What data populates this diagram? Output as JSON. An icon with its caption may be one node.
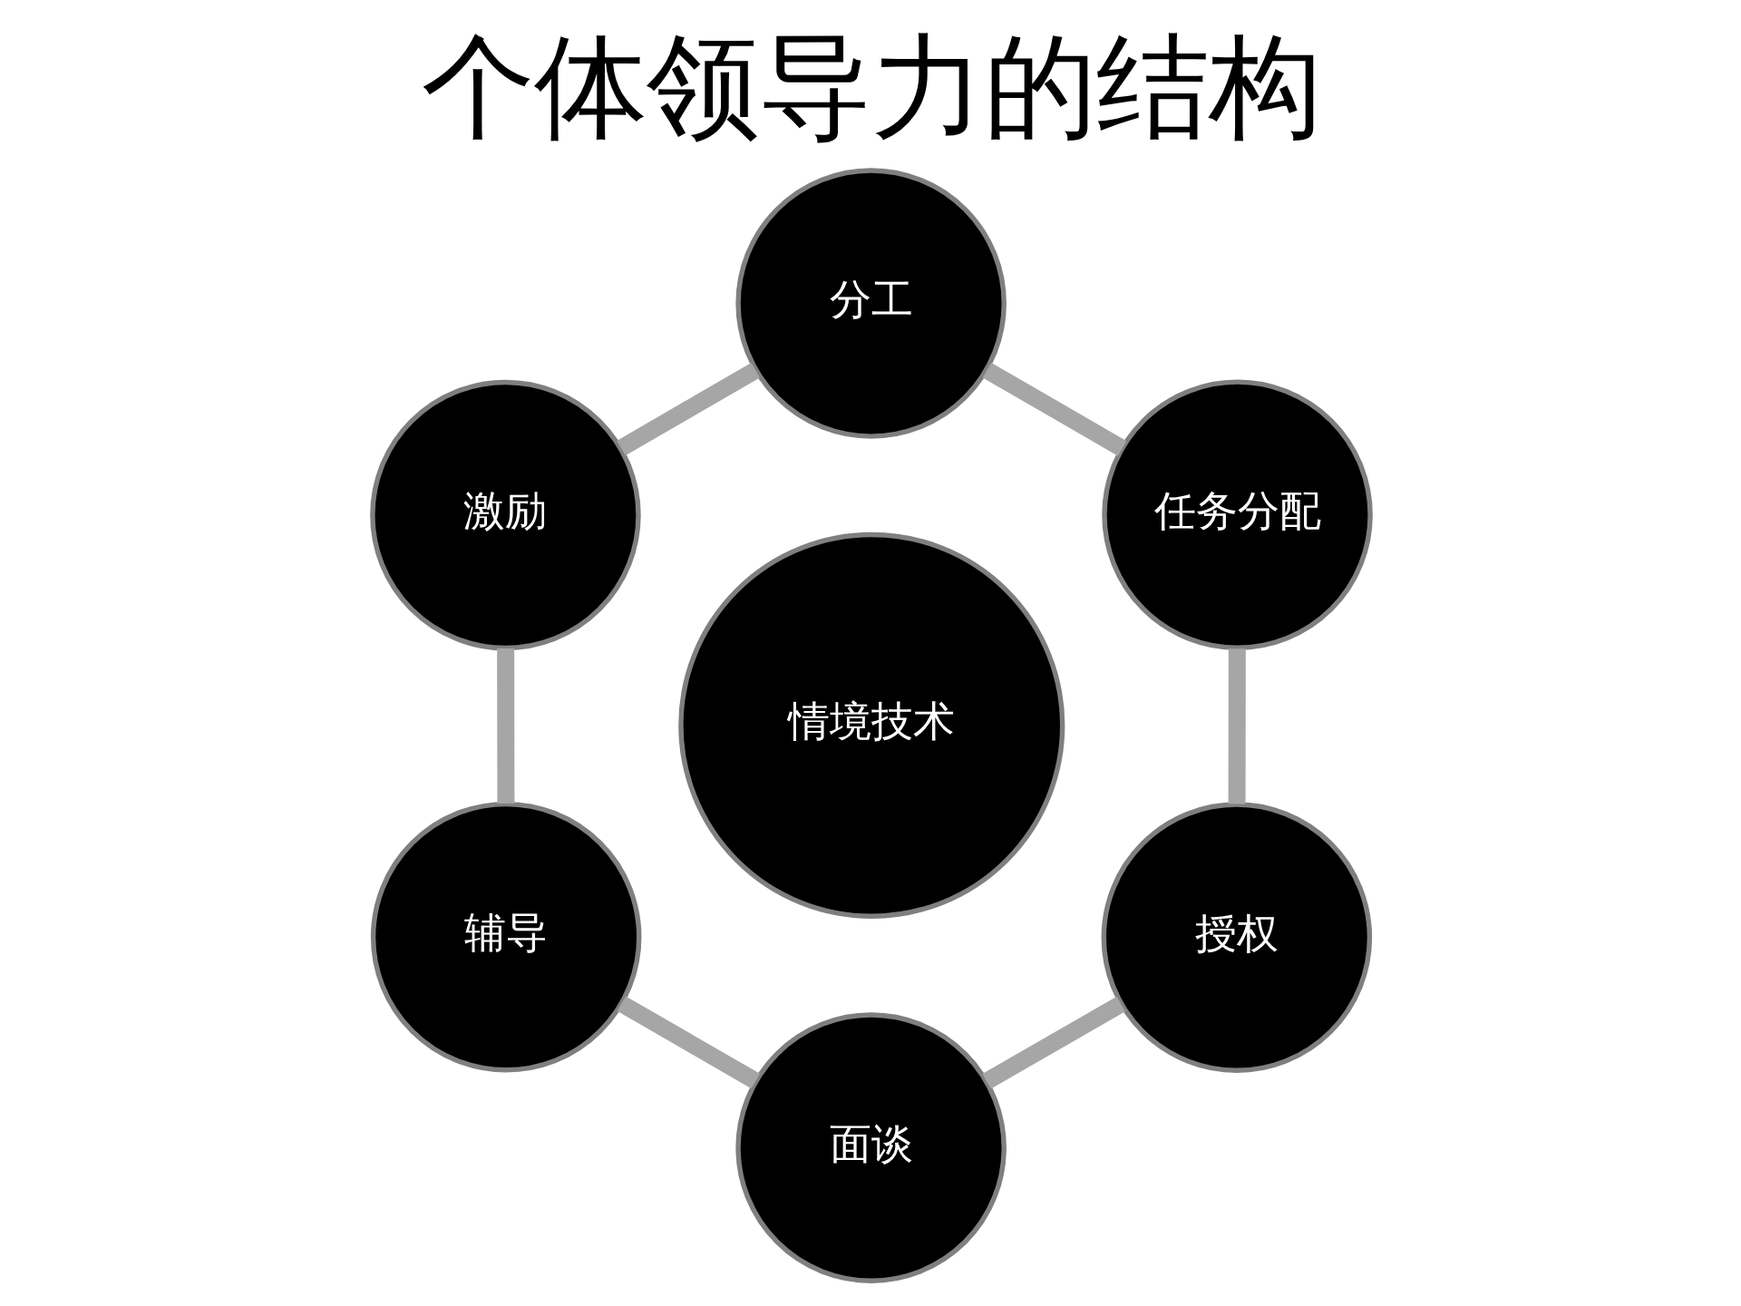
{
  "diagram": {
    "title": "个体领导力的结构",
    "nodes": [
      {
        "text": [
          "分工"
        ]
      },
      {
        "text": [
          "激励"
        ]
      },
      {
        "text": [
          "任务分配"
        ]
      },
      {
        "text": [
          "情境技术"
        ]
      },
      {
        "text": [
          "辅导"
        ]
      },
      {
        "text": [
          "授权"
        ]
      },
      {
        "text": [
          "面谈"
        ]
      }
    ],
    "edges": [
      {
        "from": 0,
        "to": 2,
        "arrow": "none"
      },
      {
        "from": 2,
        "to": 5,
        "arrow": "none"
      },
      {
        "from": 5,
        "to": 6,
        "arrow": "none"
      },
      {
        "from": 6,
        "to": 4,
        "arrow": "none"
      },
      {
        "from": 4,
        "to": 1,
        "arrow": "none"
      },
      {
        "from": 1,
        "to": 0,
        "arrow": "none"
      }
    ]
  }
}
